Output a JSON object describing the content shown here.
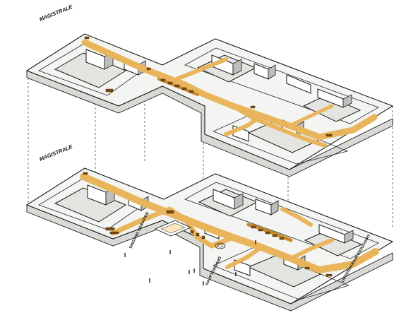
{
  "labels": {
    "upper_floor": "MAGISTRALE",
    "lower_floor": "MAGISTRALE",
    "entrance_side": "EINGANG GERIATRIE",
    "main_entrance": "HAUPTEINGANG",
    "ambulance": "LIEGENDKRANKENZUFAHRT"
  },
  "colors": {
    "corridor": "#e8b55c",
    "corridor_dark": "#c98a2e",
    "furniture": "#7a4a14",
    "line": "#1a1a1a"
  }
}
